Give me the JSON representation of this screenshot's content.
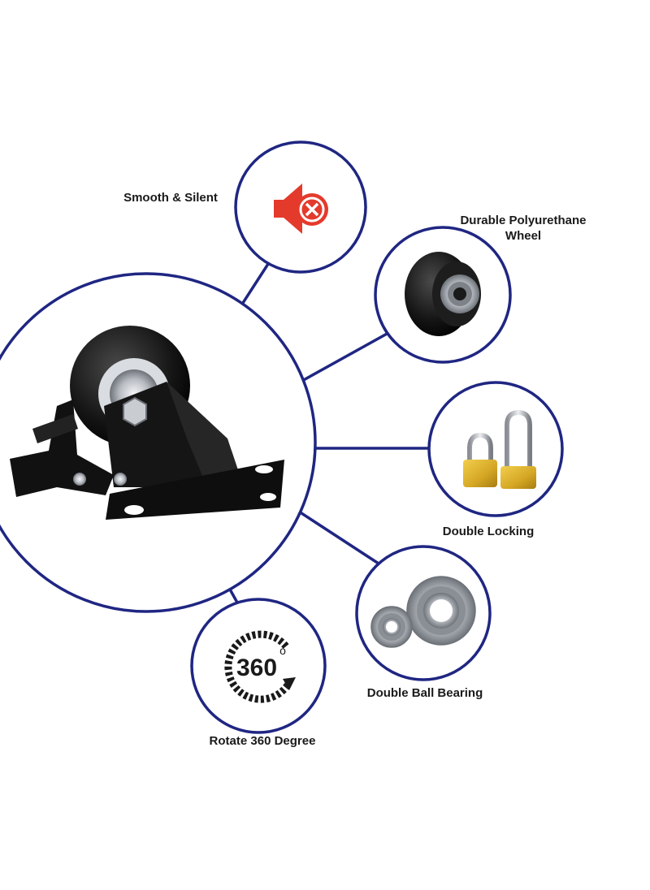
{
  "features": {
    "smooth_silent": {
      "label": "Smooth & Silent",
      "icon": "muted-speaker-icon"
    },
    "durable_wheel": {
      "label_line1": "Durable Polyurethane",
      "label_line2": "Wheel",
      "icon": "polyurethane-wheel-icon"
    },
    "double_locking": {
      "label": "Double Locking",
      "icon": "padlock-icon"
    },
    "ball_bearing": {
      "label": "Double Ball Bearing",
      "icon": "ball-bearing-icon"
    },
    "rotate": {
      "label": "Rotate 360 Degree",
      "icon": "rotate-360-icon",
      "badge_text": "360",
      "degree_mark": "o"
    }
  },
  "colors": {
    "circle_border": "#1f2682",
    "speaker_red": "#e43a2c",
    "padlock_gold": "#d4a623",
    "caster_black": "#141414",
    "steel": "#b8bcc2"
  }
}
